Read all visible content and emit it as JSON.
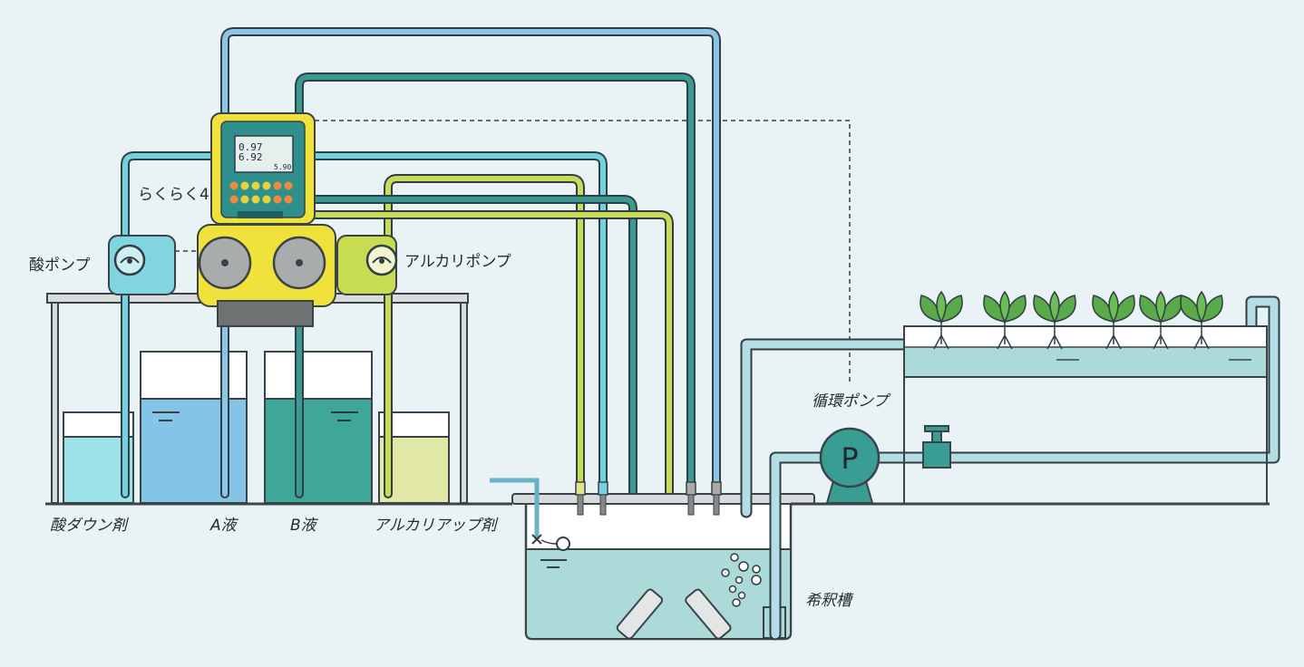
{
  "labels": {
    "controller": "らくらく4",
    "acid_pump": "酸ポンプ",
    "alkali_pump": "アルカリポンプ",
    "acid_down": "酸ダウン剤",
    "solution_a": "A液",
    "solution_b": "B液",
    "alkali_up": "アルカリアップ剤",
    "circulation_pump": "循環ポンプ",
    "dilution_tank": "希釈槽",
    "pump_symbol": "P"
  },
  "controller_display": {
    "reading_1": "0.97",
    "reading_2": "6.92",
    "reading_3": "5.90"
  },
  "colors": {
    "acid": "#74d2de",
    "solution_a": "#8cc6e4",
    "solution_b": "#3a9a92",
    "alkali": "#c9dc5a",
    "controller": "#f0e23a",
    "water": "#acdad8",
    "plant": "#5aaa4a"
  }
}
